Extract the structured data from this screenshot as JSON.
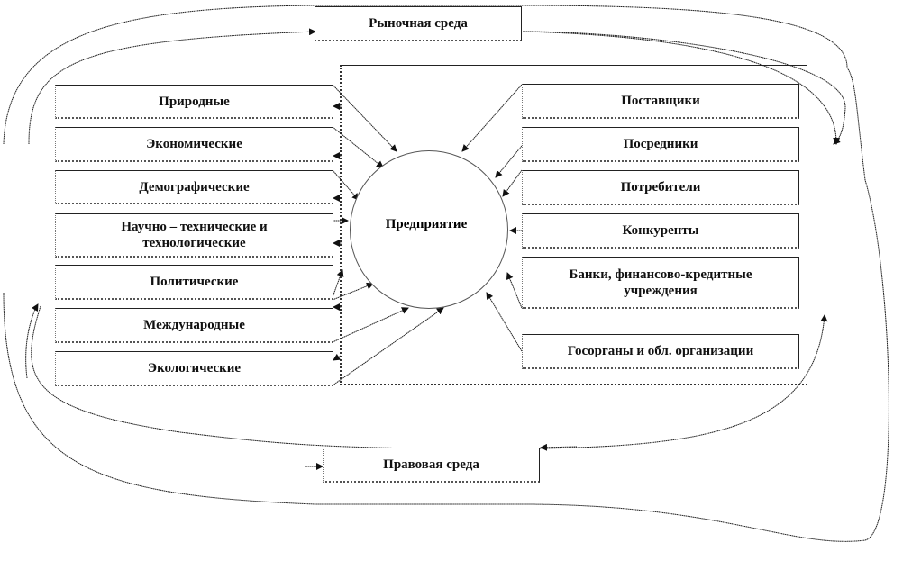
{
  "market_env": "Рыночная среда",
  "legal_env": "Правовая среда",
  "enterprise": "Предприятие",
  "macro_factors": [
    "Природные",
    "Экономические",
    "Демографические",
    "Научно – технические и технологические",
    "Политические",
    "Международные",
    "Экологические"
  ],
  "micro_factors": [
    "Поставщики",
    "Посредники",
    "Потребители",
    "Конкуренты",
    "Банки, финансово-кредитные учреждения",
    "Госорганы и обл. организации"
  ]
}
